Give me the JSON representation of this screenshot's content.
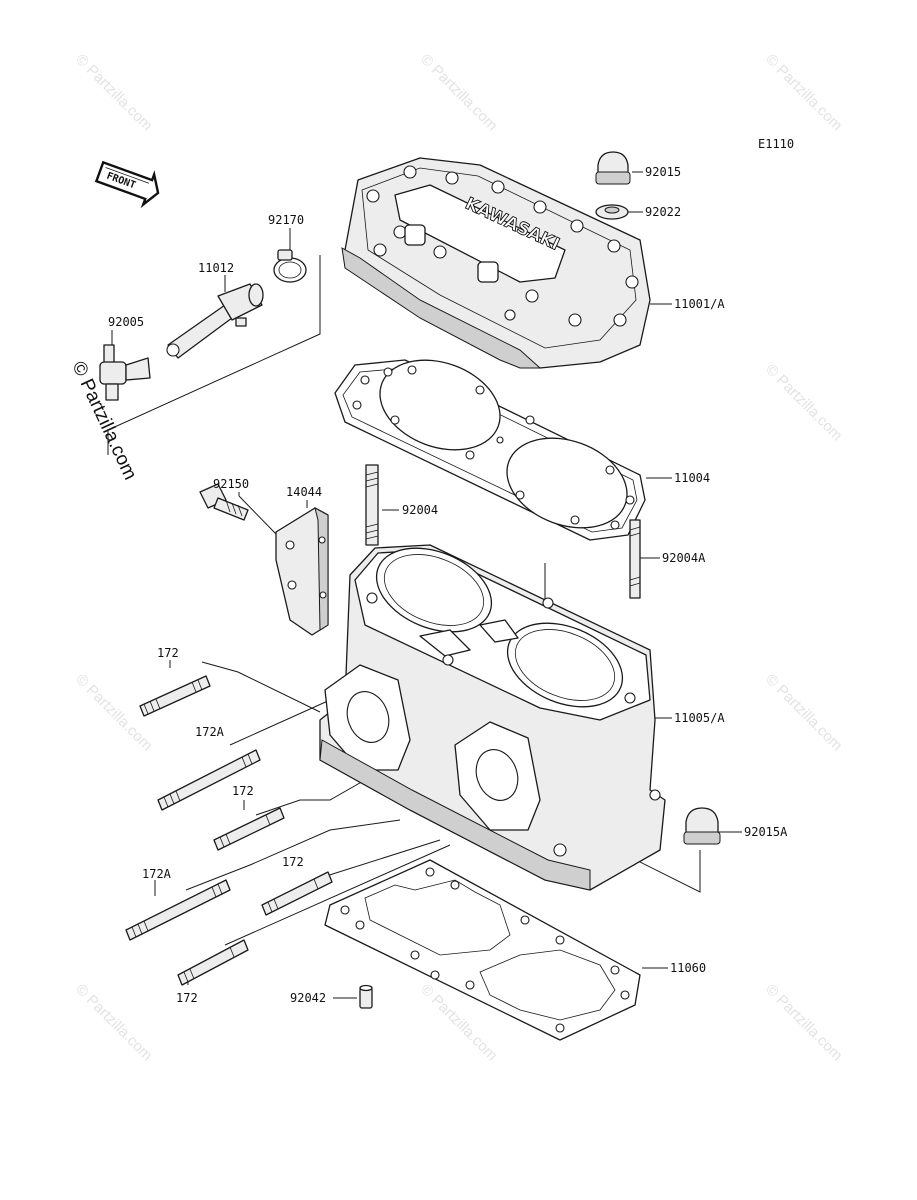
{
  "diagram": {
    "code": "E1110",
    "front_label": "FRONT",
    "watermark": "© Partzilla.com",
    "callouts": [
      {
        "id": "92015",
        "text": "92015"
      },
      {
        "id": "92022",
        "text": "92022"
      },
      {
        "id": "92170",
        "text": "92170"
      },
      {
        "id": "11012",
        "text": "11012"
      },
      {
        "id": "92005",
        "text": "92005"
      },
      {
        "id": "11001A",
        "text": "11001/A"
      },
      {
        "id": "11004",
        "text": "11004"
      },
      {
        "id": "92150",
        "text": "92150"
      },
      {
        "id": "14044",
        "text": "14044"
      },
      {
        "id": "92004",
        "text": "92004"
      },
      {
        "id": "92004A",
        "text": "92004A"
      },
      {
        "id": "172_1",
        "text": "172"
      },
      {
        "id": "172A_1",
        "text": "172A"
      },
      {
        "id": "172_2",
        "text": "172"
      },
      {
        "id": "11005A",
        "text": "11005/A"
      },
      {
        "id": "92015A",
        "text": "92015A"
      },
      {
        "id": "172A_2",
        "text": "172A"
      },
      {
        "id": "172_3",
        "text": "172"
      },
      {
        "id": "11060",
        "text": "11060"
      },
      {
        "id": "172_4",
        "text": "172"
      },
      {
        "id": "92042",
        "text": "92042"
      }
    ]
  }
}
